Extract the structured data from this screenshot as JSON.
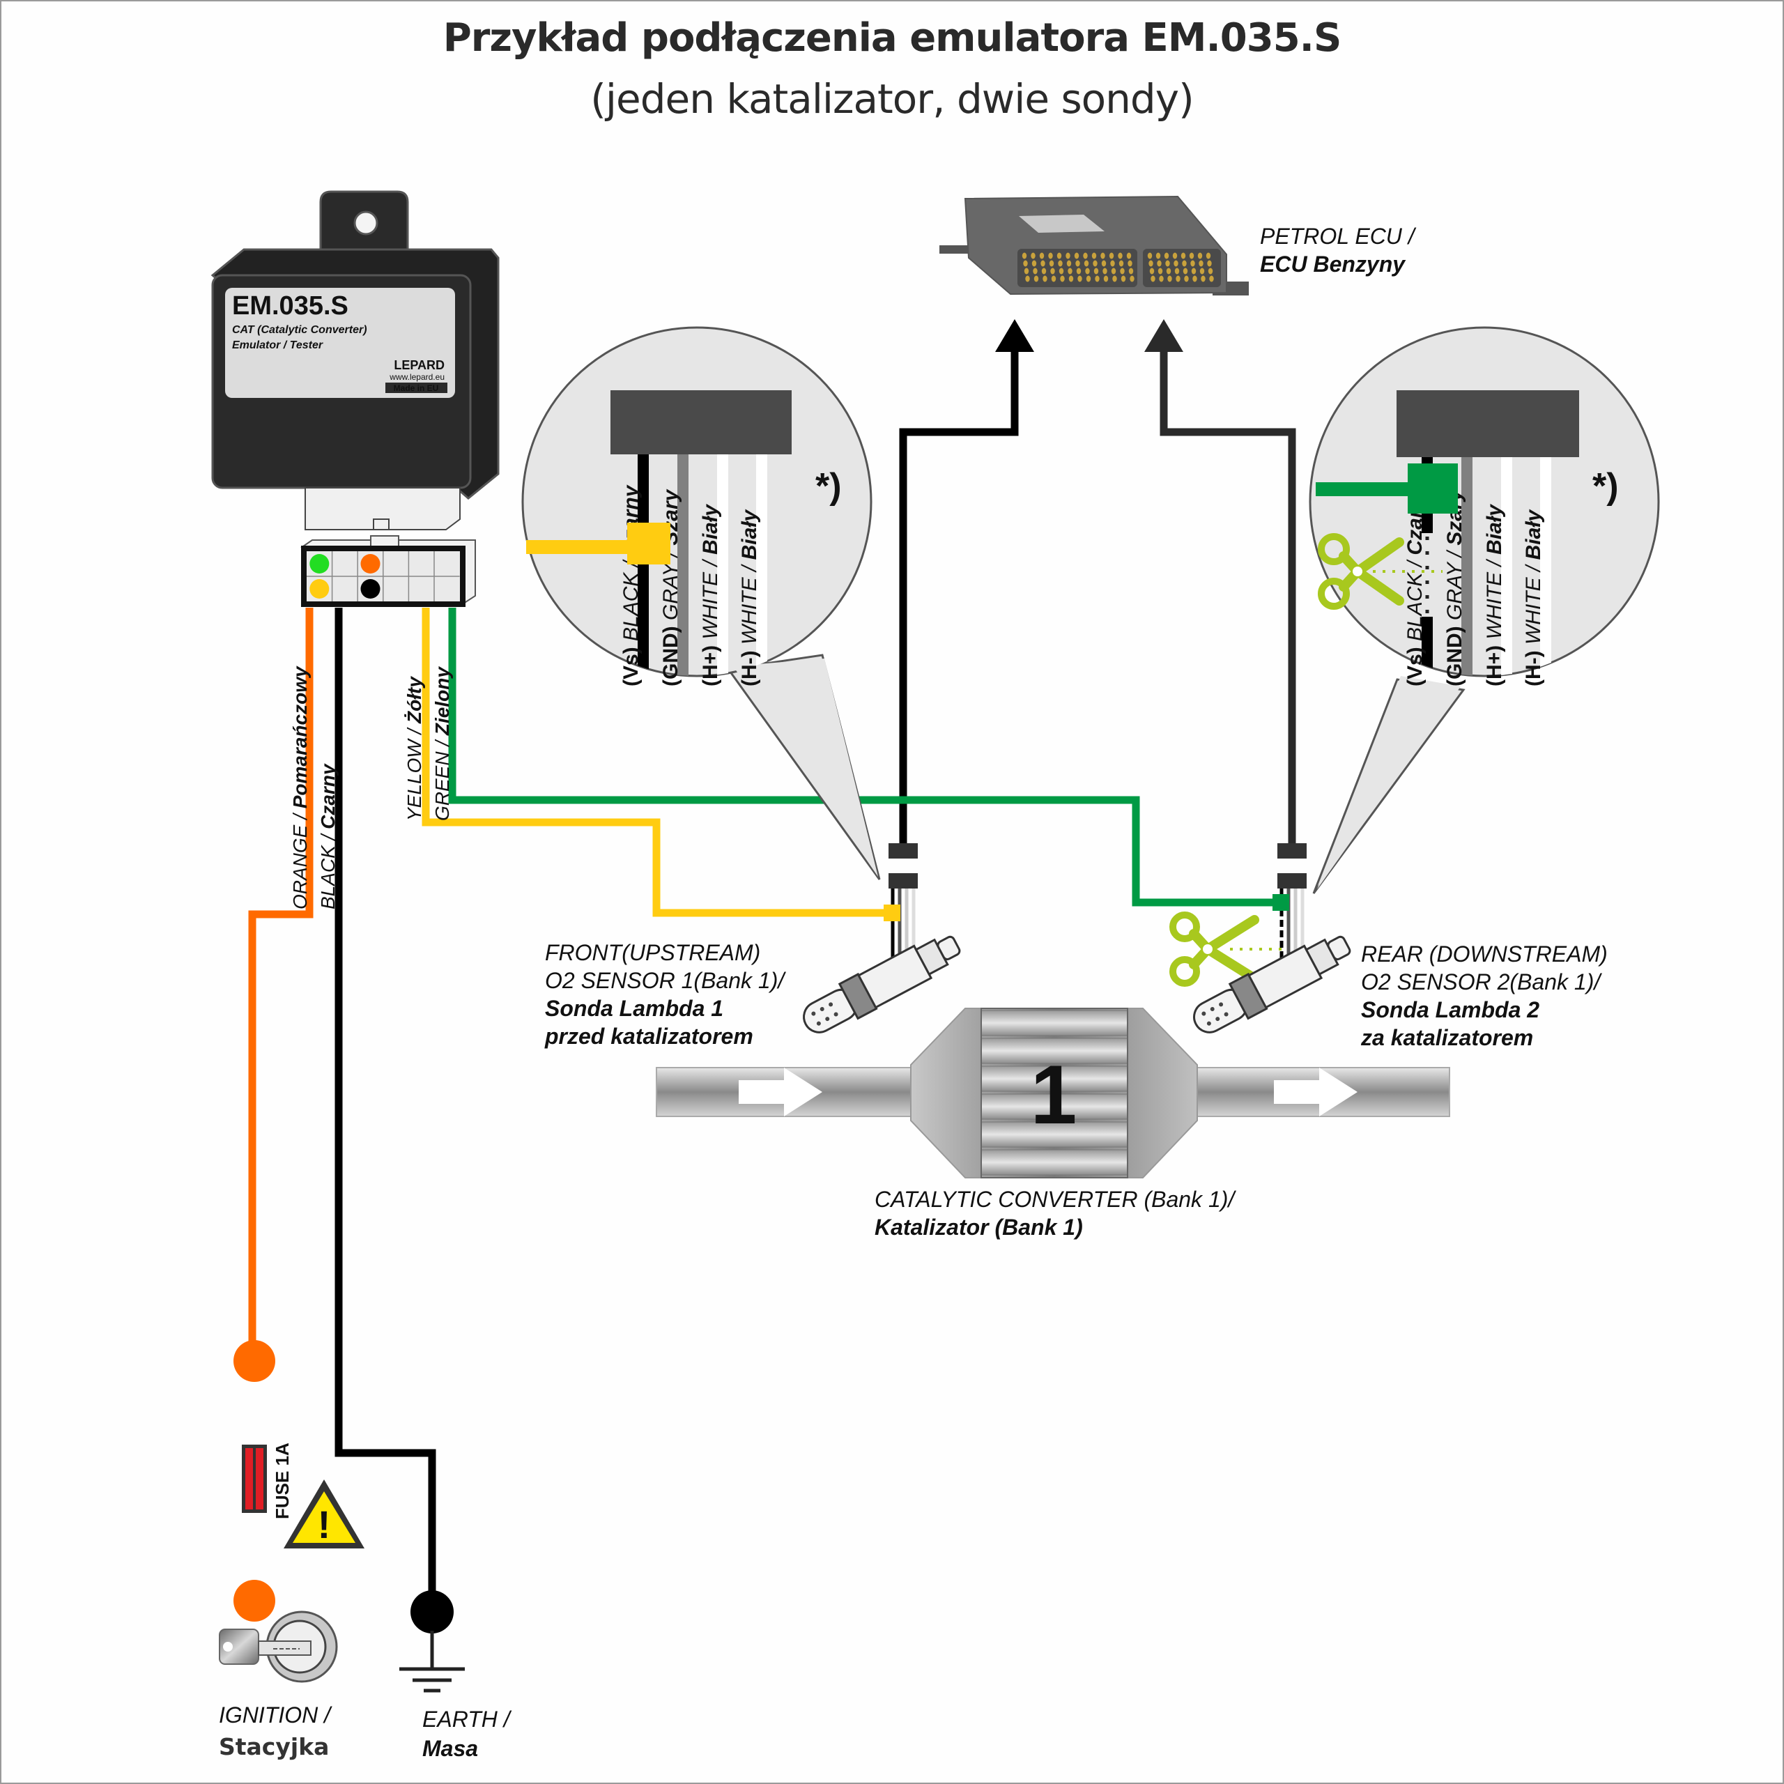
{
  "title": {
    "main": "Przykład podłączenia emulatora EM.035.S",
    "sub": "(jeden katalizator, dwie sondy)"
  },
  "emulator": {
    "model": "EM.035.S",
    "line1": "CAT (Catalytic Converter)",
    "line2": "Emulator / Tester",
    "brand": "LEPARD",
    "website": "www.lepard.eu",
    "made_in": "Made in EU"
  },
  "connector_pins": [
    {
      "row": 1,
      "col": 1,
      "color": "#22dd22",
      "wire": "green"
    },
    {
      "row": 1,
      "col": 3,
      "color": "#ff6a00",
      "wire": "orange"
    },
    {
      "row": 2,
      "col": 1,
      "color": "#ffcc11",
      "wire": "yellow"
    },
    {
      "row": 2,
      "col": 3,
      "color": "#000000",
      "wire": "black"
    }
  ],
  "wires": {
    "orange": {
      "en": "ORANGE / ",
      "pl": "Pomarańczowy",
      "color": "#ff6a00"
    },
    "black": {
      "en": "BLACK / ",
      "pl": "Czarny",
      "color": "#000000"
    },
    "yellow": {
      "en": "YELLOW / ",
      "pl": "Żółty",
      "color": "#ffcc11"
    },
    "green": {
      "en": "GREEN / ",
      "pl": "Zielony",
      "color": "#009a44"
    }
  },
  "ecu": {
    "en": "PETROL ECU /",
    "pl": "ECU Benzyny"
  },
  "callout_left": {
    "note": "*)",
    "wires": [
      {
        "code": "(Vs)",
        "en": " BLACK / ",
        "pl": "Czarny",
        "color": "#000000"
      },
      {
        "code": "(GND)",
        "en": " GRAY / ",
        "pl": "Szary",
        "color": "#808080"
      },
      {
        "code": "(H+)",
        "en": " WHITE / ",
        "pl": "Biały",
        "color": "#ffffff"
      },
      {
        "code": "(H-)",
        "en": " WHITE / ",
        "pl": "Biały",
        "color": "#ffffff"
      }
    ],
    "spliced_wire_color": "#ffcc11"
  },
  "callout_right": {
    "note": "*)",
    "wires": [
      {
        "code": "(Vs)",
        "en": " BLACK / ",
        "pl": "Czarny",
        "color": "#000000"
      },
      {
        "code": "(GND)",
        "en": " GRAY / ",
        "pl": "Szary",
        "color": "#808080"
      },
      {
        "code": "(H+)",
        "en": " WHITE / ",
        "pl": "Biały",
        "color": "#ffffff"
      },
      {
        "code": "(H-)",
        "en": " WHITE / ",
        "pl": "Biały",
        "color": "#ffffff"
      }
    ],
    "spliced_wire_color": "#009a44",
    "cut": true
  },
  "sensor_front": {
    "line1": "FRONT(UPSTREAM)",
    "line2": "O2 SENSOR 1(Bank 1)/",
    "line3": "Sonda Lambda 1",
    "line4": "przed katalizatorem"
  },
  "sensor_rear": {
    "line1": "REAR (DOWNSTREAM)",
    "line2": "O2 SENSOR 2(Bank 1)/",
    "line3": "Sonda Lambda 2",
    "line4": "za katalizatorem"
  },
  "catalyst": {
    "number": "1",
    "en": "CATALYTIC CONVERTER (Bank 1)/",
    "pl": "Katalizator (Bank 1)"
  },
  "fuse": {
    "label": "FUSE 1A"
  },
  "ignition": {
    "en": "IGNITION /",
    "pl": "Stacyjka"
  },
  "earth": {
    "en": "EARTH /",
    "pl": "Masa"
  },
  "warning_symbol": "!"
}
